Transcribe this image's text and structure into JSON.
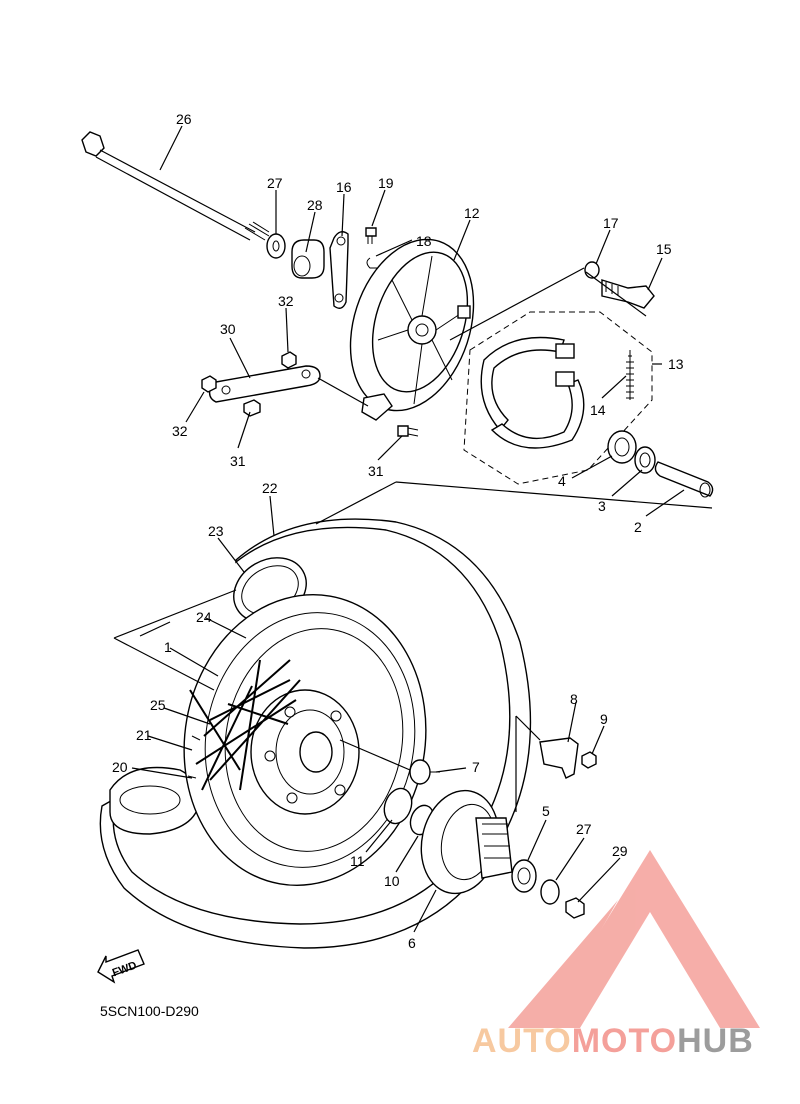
{
  "diagram_code": "5SCN100-D290",
  "fwd_label": "FWD",
  "watermark": {
    "part1": "AUTO",
    "part2": "MOTO",
    "part3": "HUB",
    "color_a": "#f7c9a0",
    "color_b": "#f4a09a",
    "color_c": "#9c9c9c",
    "triangle_color": "#f4a09a"
  },
  "callouts": {
    "c1": "1",
    "c2": "2",
    "c3": "3",
    "c4": "4",
    "c5": "5",
    "c6": "6",
    "c7": "7",
    "c8": "8",
    "c9": "9",
    "c10": "10",
    "c11": "11",
    "c12": "12",
    "c13": "13",
    "c14": "14",
    "c15": "15",
    "c16": "16",
    "c17": "17",
    "c18": "18",
    "c19": "19",
    "c20": "20",
    "c21": "21",
    "c22": "22",
    "c23": "23",
    "c24": "24",
    "c25": "25",
    "c26": "26",
    "c27a": "27",
    "c27b": "27",
    "c28": "28",
    "c29": "29",
    "c30": "30",
    "c31a": "31",
    "c31b": "31",
    "c32a": "32",
    "c32b": "32"
  }
}
